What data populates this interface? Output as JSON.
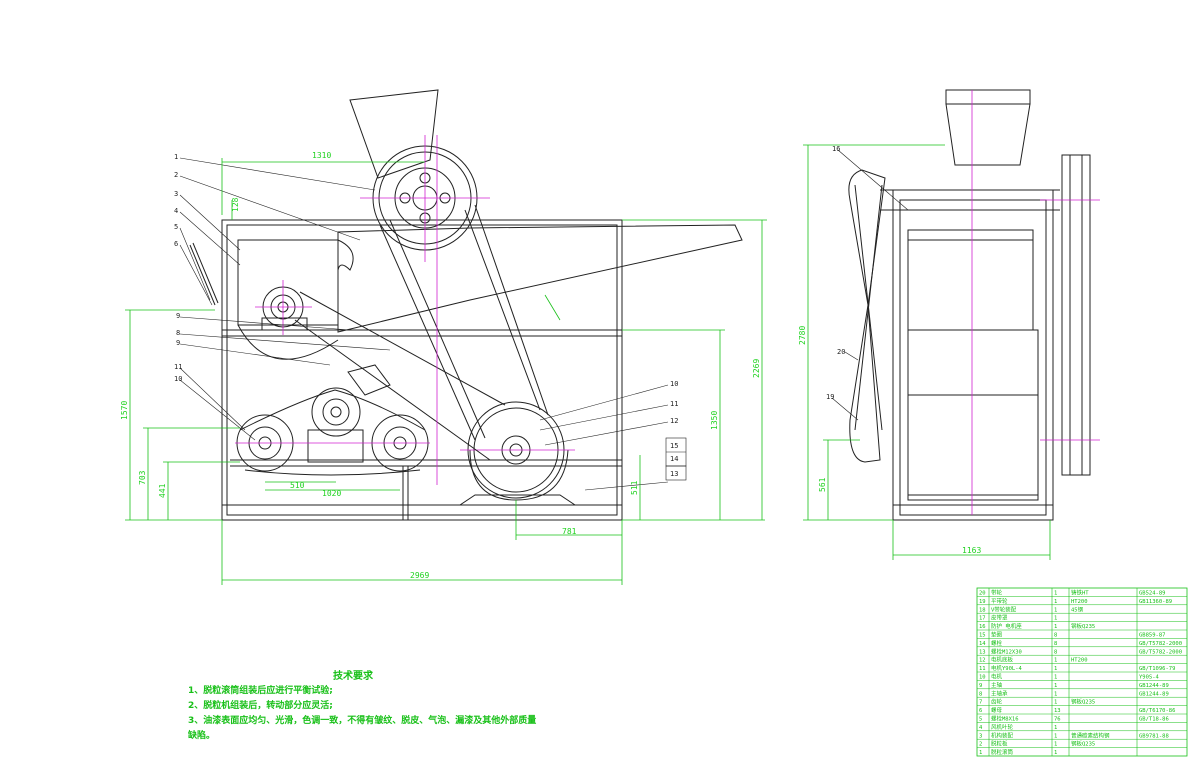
{
  "dimensions": {
    "d1310": "1310",
    "d128": "128",
    "d2269": "2269",
    "d1570": "1570",
    "d1350": "1350",
    "d703": "703",
    "d441": "441",
    "d510": "510",
    "d1020": "1020",
    "d511": "511",
    "d781": "781",
    "d2969": "2969",
    "d2780": "2780",
    "d561": "561",
    "d1163": "1163"
  },
  "leaders_front": [
    "1",
    "2",
    "3",
    "4",
    "5",
    "6",
    "9",
    "8",
    "9",
    "11",
    "10",
    "10",
    "11",
    "12",
    "15",
    "14",
    "13"
  ],
  "leaders_side": [
    "16",
    "20",
    "19"
  ],
  "requirements": {
    "title": "技术要求",
    "items": [
      "1、脱粒滚筒组装后应进行平衡试验;",
      "2、脱粒机组装后，转动部分应灵活;",
      "3、油漆表面应均匀、光滑，色调一致，不得有皱纹、脱皮、气泡、漏漆及其他外部质量",
      "缺陷。"
    ]
  },
  "bom": {
    "rows": [
      [
        "20",
        "带轮",
        "1",
        "铸铁HT",
        "GB524-89"
      ],
      [
        "19",
        "平带轮",
        "1",
        "HT200",
        "GB11360-89"
      ],
      [
        "18",
        "V带轮装配",
        "1",
        "45钢",
        ""
      ],
      [
        "17",
        "皮带罩",
        "1",
        "",
        ""
      ],
      [
        "16",
        "防护 电机座",
        "1",
        "钢板Q235",
        ""
      ],
      [
        "15",
        "垫圈",
        "8",
        "",
        "GB859-87"
      ],
      [
        "14",
        "螺栓",
        "8",
        "",
        "GB/T5782-2000"
      ],
      [
        "13",
        "螺栓M12X30",
        "8",
        "",
        "GB/T5782-2000"
      ],
      [
        "12",
        "电机底板",
        "1",
        "HT200",
        ""
      ],
      [
        "11",
        "电机Y90L-4",
        "1",
        "",
        "GB/T1096-79"
      ],
      [
        "10",
        "电机",
        "1",
        "",
        "Y90S-4"
      ],
      [
        "9",
        "主轴",
        "1",
        "",
        "GB1244-89"
      ],
      [
        "8",
        "主轴承",
        "1",
        "",
        "GB1244-89"
      ],
      [
        "7",
        "齿轮",
        "1",
        "钢板Q235",
        ""
      ],
      [
        "6",
        "螺母",
        "13",
        "",
        "GB/T6170-86"
      ],
      [
        "5",
        "螺栓M8X16",
        "76",
        "",
        "GB/T18-86"
      ],
      [
        "4",
        "风机叶轮",
        "1",
        "",
        ""
      ],
      [
        "3",
        "机构装配",
        "1",
        "普通碳素结构钢",
        "GB9781-88"
      ],
      [
        "2",
        "脱粒板",
        "1",
        "钢板Q235",
        ""
      ],
      [
        "1",
        "脱粒滚筒",
        "1",
        "",
        ""
      ]
    ]
  },
  "colors": {
    "outline": "#222222",
    "dimension": "#18c018",
    "centerline": "#d020d0",
    "background": "#ffffff"
  }
}
